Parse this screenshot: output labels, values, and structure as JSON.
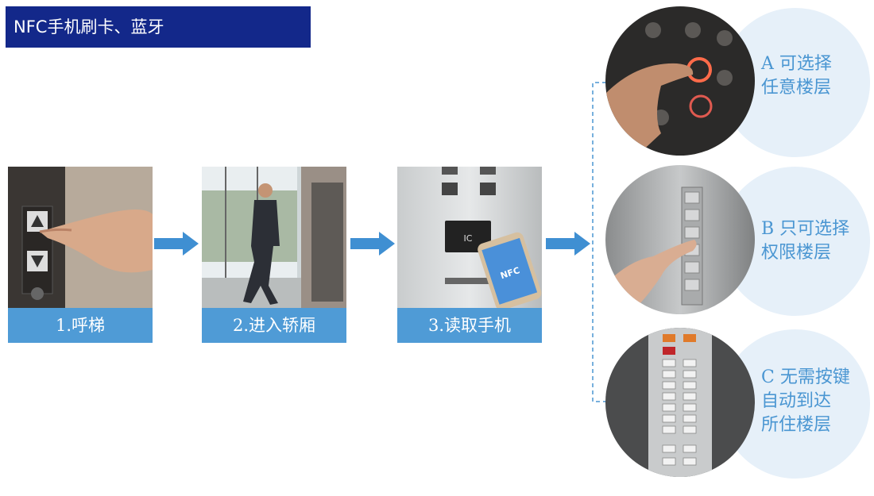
{
  "title": "NFC手机刷卡、蓝牙",
  "steps": [
    {
      "label": "1.呼梯"
    },
    {
      "label": "2.进入轿厢"
    },
    {
      "label": "3.读取手机"
    }
  ],
  "reader": {
    "ic_text": "IC",
    "nfc_text": "NFC"
  },
  "options": [
    {
      "lines": [
        "A 可选择",
        "任意楼层"
      ]
    },
    {
      "lines": [
        "B 只可选择",
        "权限楼层"
      ]
    },
    {
      "lines": [
        "C 无需按键",
        "自动到达",
        "所住楼层"
      ]
    }
  ],
  "colors": {
    "title_bg": "#13288a",
    "caption_bg": "#4f9bd6",
    "arrow": "#3f8fd2",
    "option_text": "#4a96d2",
    "option_circle": "#e6f0f9"
  }
}
